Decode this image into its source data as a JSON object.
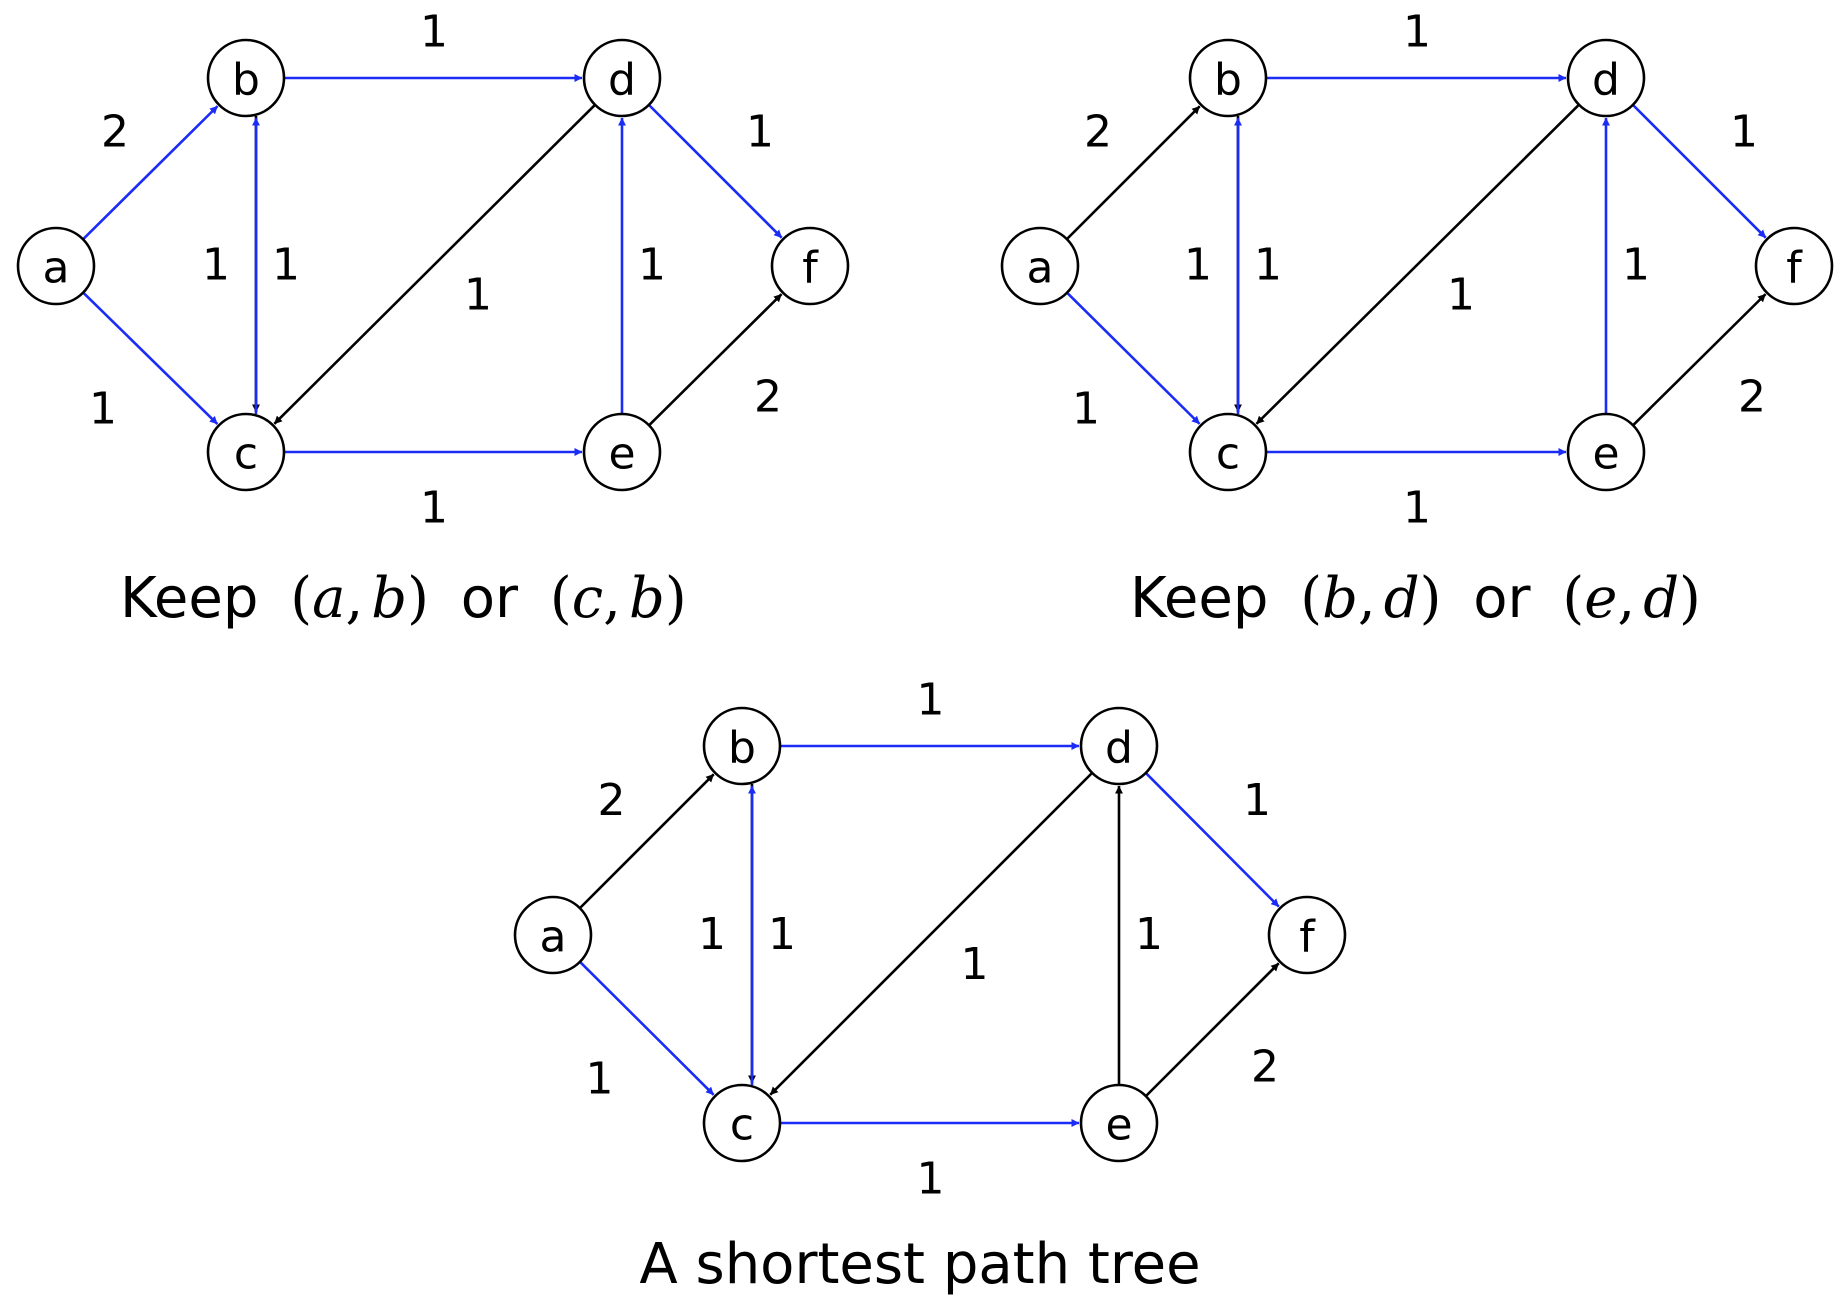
{
  "colors": {
    "highlight": "#1a2cf5",
    "normal": "#000000"
  },
  "nodes": [
    "a",
    "b",
    "c",
    "d",
    "e",
    "f"
  ],
  "edges": [
    {
      "from": "a",
      "to": "b",
      "weight": "2"
    },
    {
      "from": "a",
      "to": "c",
      "weight": "1"
    },
    {
      "from": "b",
      "to": "c",
      "weight": "1"
    },
    {
      "from": "c",
      "to": "b",
      "weight": "1"
    },
    {
      "from": "b",
      "to": "d",
      "weight": "1"
    },
    {
      "from": "d",
      "to": "c",
      "weight": "1"
    },
    {
      "from": "c",
      "to": "e",
      "weight": "1"
    },
    {
      "from": "e",
      "to": "d",
      "weight": "1"
    },
    {
      "from": "d",
      "to": "f",
      "weight": "1"
    },
    {
      "from": "e",
      "to": "f",
      "weight": "2"
    }
  ],
  "panels": [
    {
      "id": "keep-ab-cb",
      "caption": {
        "word": "Keep",
        "op1": "(",
        "p1a": "a",
        "c1": ",",
        "p1b": "b",
        "cp1": ")",
        "or": "or",
        "op2": "(",
        "p2a": "c",
        "c2": ",",
        "p2b": "b",
        "cp2": ")"
      },
      "highlighted": [
        "a-b",
        "a-c",
        "c-b",
        "b-d",
        "c-e",
        "e-d",
        "d-f"
      ]
    },
    {
      "id": "keep-bd-ed",
      "caption": {
        "word": "Keep",
        "op1": "(",
        "p1a": "b",
        "c1": ",",
        "p1b": "d",
        "cp1": ")",
        "or": "or",
        "op2": "(",
        "p2a": "e",
        "c2": ",",
        "p2b": "d",
        "cp2": ")"
      },
      "highlighted": [
        "a-c",
        "c-b",
        "b-d",
        "c-e",
        "e-d",
        "d-f"
      ]
    },
    {
      "id": "shortest-path-tree",
      "caption": {
        "text": "A shortest path tree"
      },
      "highlighted": [
        "a-c",
        "c-b",
        "b-d",
        "c-e",
        "d-f"
      ]
    }
  ]
}
